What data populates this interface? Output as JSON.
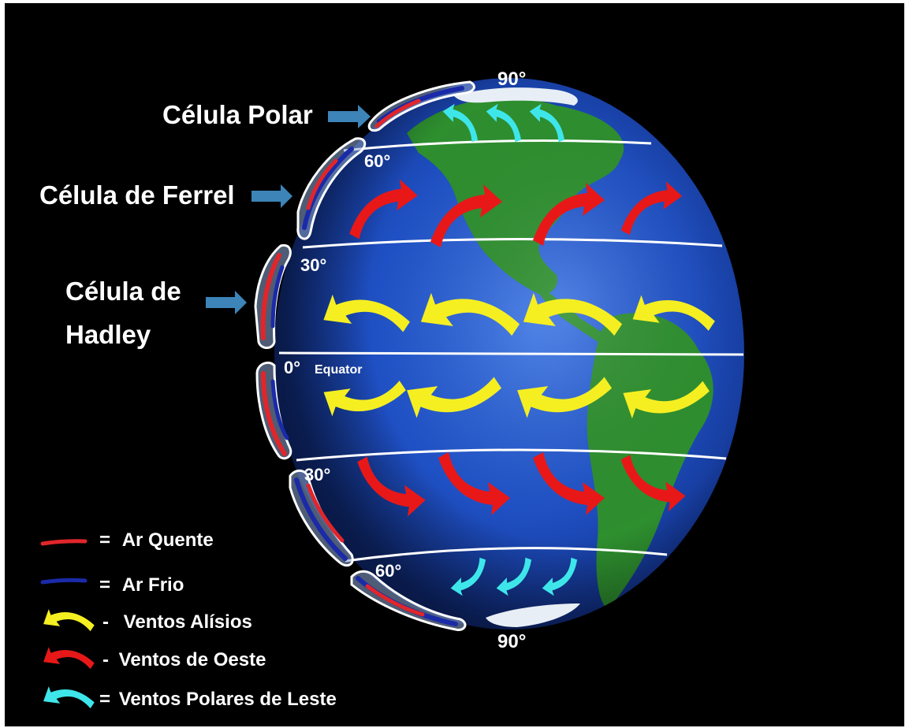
{
  "cells": {
    "polar": "Célula Polar",
    "ferrel": "Célula de Ferrel",
    "hadley_line1": "Célula de",
    "hadley_line2": "Hadley"
  },
  "latitudes": {
    "north_90": "90°",
    "north_60": "60°",
    "north_30": "30°",
    "equator_deg": "0°",
    "equator_name": "Equator",
    "south_30": "30°",
    "south_60": "60°",
    "south_90": "90°"
  },
  "legend": [
    {
      "symbol": "=",
      "text": "Ar Quente",
      "color": "#e0262b"
    },
    {
      "symbol": "=",
      "text": "Ar Frio",
      "color": "#1a2aa8"
    },
    {
      "symbol": "-",
      "text": "Ventos Alísios",
      "color": "#f5ef22"
    },
    {
      "symbol": "-",
      "text": "Ventos de Oeste",
      "color": "#e81818"
    },
    {
      "symbol": "=",
      "text": "Ventos Polares de Leste",
      "color": "#3ee6ea"
    }
  ],
  "colors": {
    "background": "#000000",
    "ocean": "#1d4fc0",
    "land": "#2e8f2f",
    "warm_air": "#e0262b",
    "cold_air": "#1a2aa8",
    "trade_winds": "#f5ef22",
    "westerlies": "#e81818",
    "polar_easterlies": "#3ee6ea",
    "pointer_arrow": "#3d84b8"
  },
  "icons": {
    "trade_winds": "curved-arrow-icon",
    "westerlies": "curved-arrow-icon",
    "polar_easterlies": "curved-arrow-icon",
    "cell_pointer": "right-arrow-icon"
  }
}
